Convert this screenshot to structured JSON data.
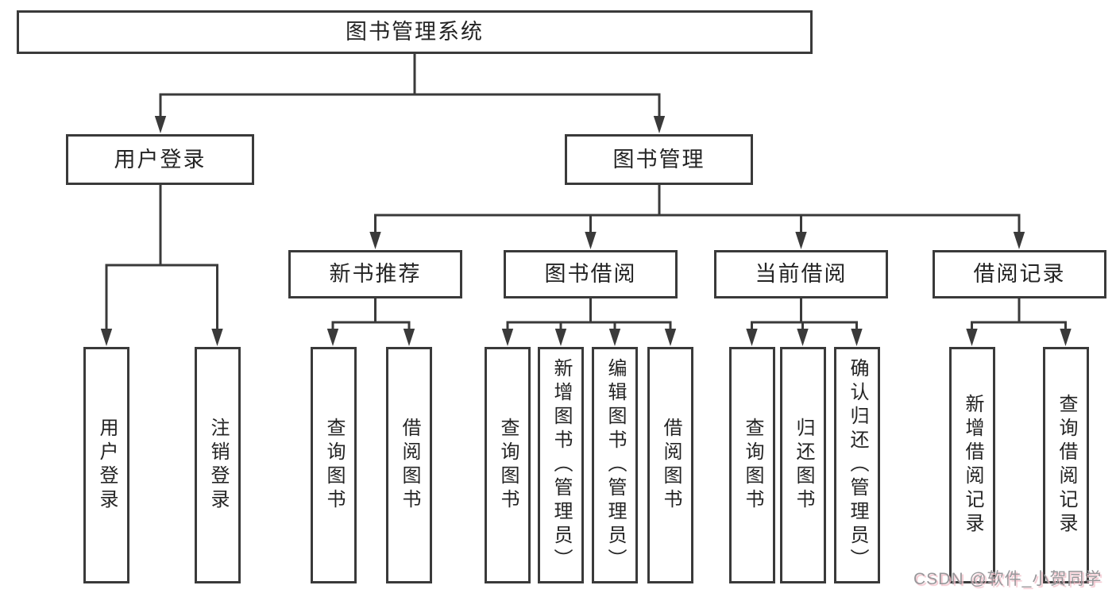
{
  "tree": {
    "root": {
      "label": "图书管理系统"
    },
    "branches": [
      {
        "label": "用户登录",
        "leaves": [
          "用户登录",
          "注销登录"
        ]
      },
      {
        "label": "图书管理",
        "sections": [
          {
            "label": "新书推荐",
            "leaves": [
              "查询图书",
              "借阅图书"
            ]
          },
          {
            "label": "图书借阅",
            "leaves": [
              "查询图书",
              "新增图书（管理员）",
              "编辑图书（管理员）",
              "借阅图书"
            ]
          },
          {
            "label": "当前借阅",
            "leaves": [
              "查询图书",
              "归还图书",
              "确认归还（管理员）"
            ]
          },
          {
            "label": "借阅记录",
            "leaves": [
              "新增借阅记录",
              "查询借阅记录"
            ]
          }
        ]
      }
    ]
  },
  "watermark": "CSDN @软件_小贺同学",
  "colors": {
    "line": "#3a3a3a",
    "box_border": "#3a3a3a",
    "text": "#242424",
    "background": "#ffffff",
    "watermark_text": "#98989b",
    "watermark_shadow": "#f3c3cc"
  }
}
